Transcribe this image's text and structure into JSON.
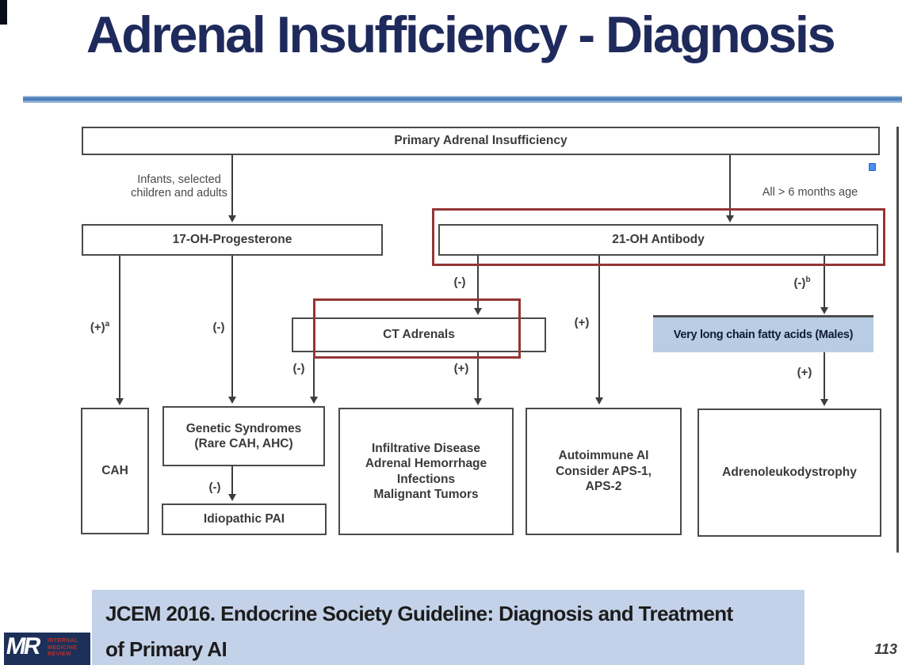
{
  "slide": {
    "title": "Adrenal Insufficiency - Diagnosis",
    "page_number": "113"
  },
  "flowchart": {
    "nodes": {
      "primary": "Primary Adrenal Insufficiency",
      "p17": "17-OH-Progesterone",
      "ab21": "21-OH Antibody",
      "ct": "CT Adrenals",
      "vlcfa": "Very long chain fatty acids (Males)",
      "cah": "CAH",
      "genetic": [
        "Genetic Syndromes",
        "(Rare CAH, AHC)"
      ],
      "idiopathic": "Idiopathic PAI",
      "infiltrative": [
        "Infiltrative Disease",
        "Adrenal Hemorrhage",
        "Infections",
        "Malignant Tumors"
      ],
      "autoimmune": [
        "Autoimmune AI",
        "Consider APS-1,",
        "APS-2"
      ],
      "adreno": "Adrenoleukodystrophy"
    },
    "branches": {
      "left": [
        "Infants, selected",
        "children and adults"
      ],
      "right": "All > 6 months age"
    },
    "sym": {
      "plus": "(+)",
      "minus": "(-)",
      "sup_a": "a",
      "sup_b": "b"
    }
  },
  "footer": {
    "line1": "JCEM 2016. Endocrine Society Guideline: Diagnosis and Treatment",
    "line2": "of Primary AI"
  },
  "logo": {
    "monogram": "MR",
    "lines": [
      "INTERNAL",
      "MEDICINE",
      "REVIEW"
    ]
  },
  "colors": {
    "title_navy": "#1f2a5c",
    "divider_blue": "#4f81bd",
    "highlight_red": "#943634",
    "banner_blue": "#c3d2e8",
    "vlcfa_fill": "#b8cce4",
    "box_border_gray": "#4a4a4a",
    "logo_navy": "#1c3059",
    "logo_red": "#b43330",
    "handle_blue": "#4b8df0"
  }
}
